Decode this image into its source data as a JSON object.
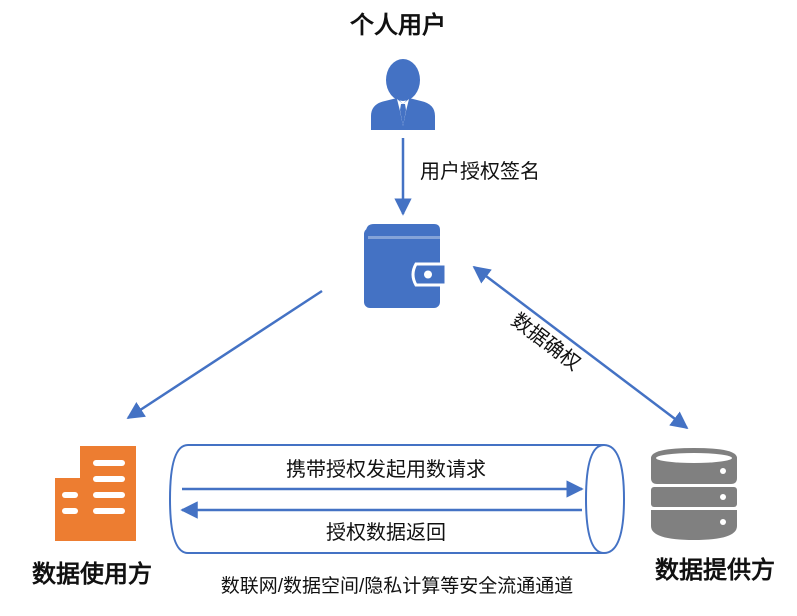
{
  "colors": {
    "blue": "#4472C4",
    "orange": "#ED7D31",
    "gray": "#808080",
    "text": "#111111"
  },
  "nodes": {
    "user": {
      "label": "个人用户",
      "icon": "person-icon"
    },
    "wallet": {
      "icon": "wallet-icon"
    },
    "consumer": {
      "label": "数据使用方",
      "icon": "building-icon"
    },
    "provider": {
      "label": "数据提供方",
      "icon": "database-icon"
    }
  },
  "edges": {
    "user_to_wallet": "用户授权签名",
    "wallet_provider": "数据确权",
    "request": "携带授权发起用数请求",
    "response": "授权数据返回"
  },
  "channel": {
    "label": "数联网/数据空间/隐私计算等安全流通通道"
  }
}
